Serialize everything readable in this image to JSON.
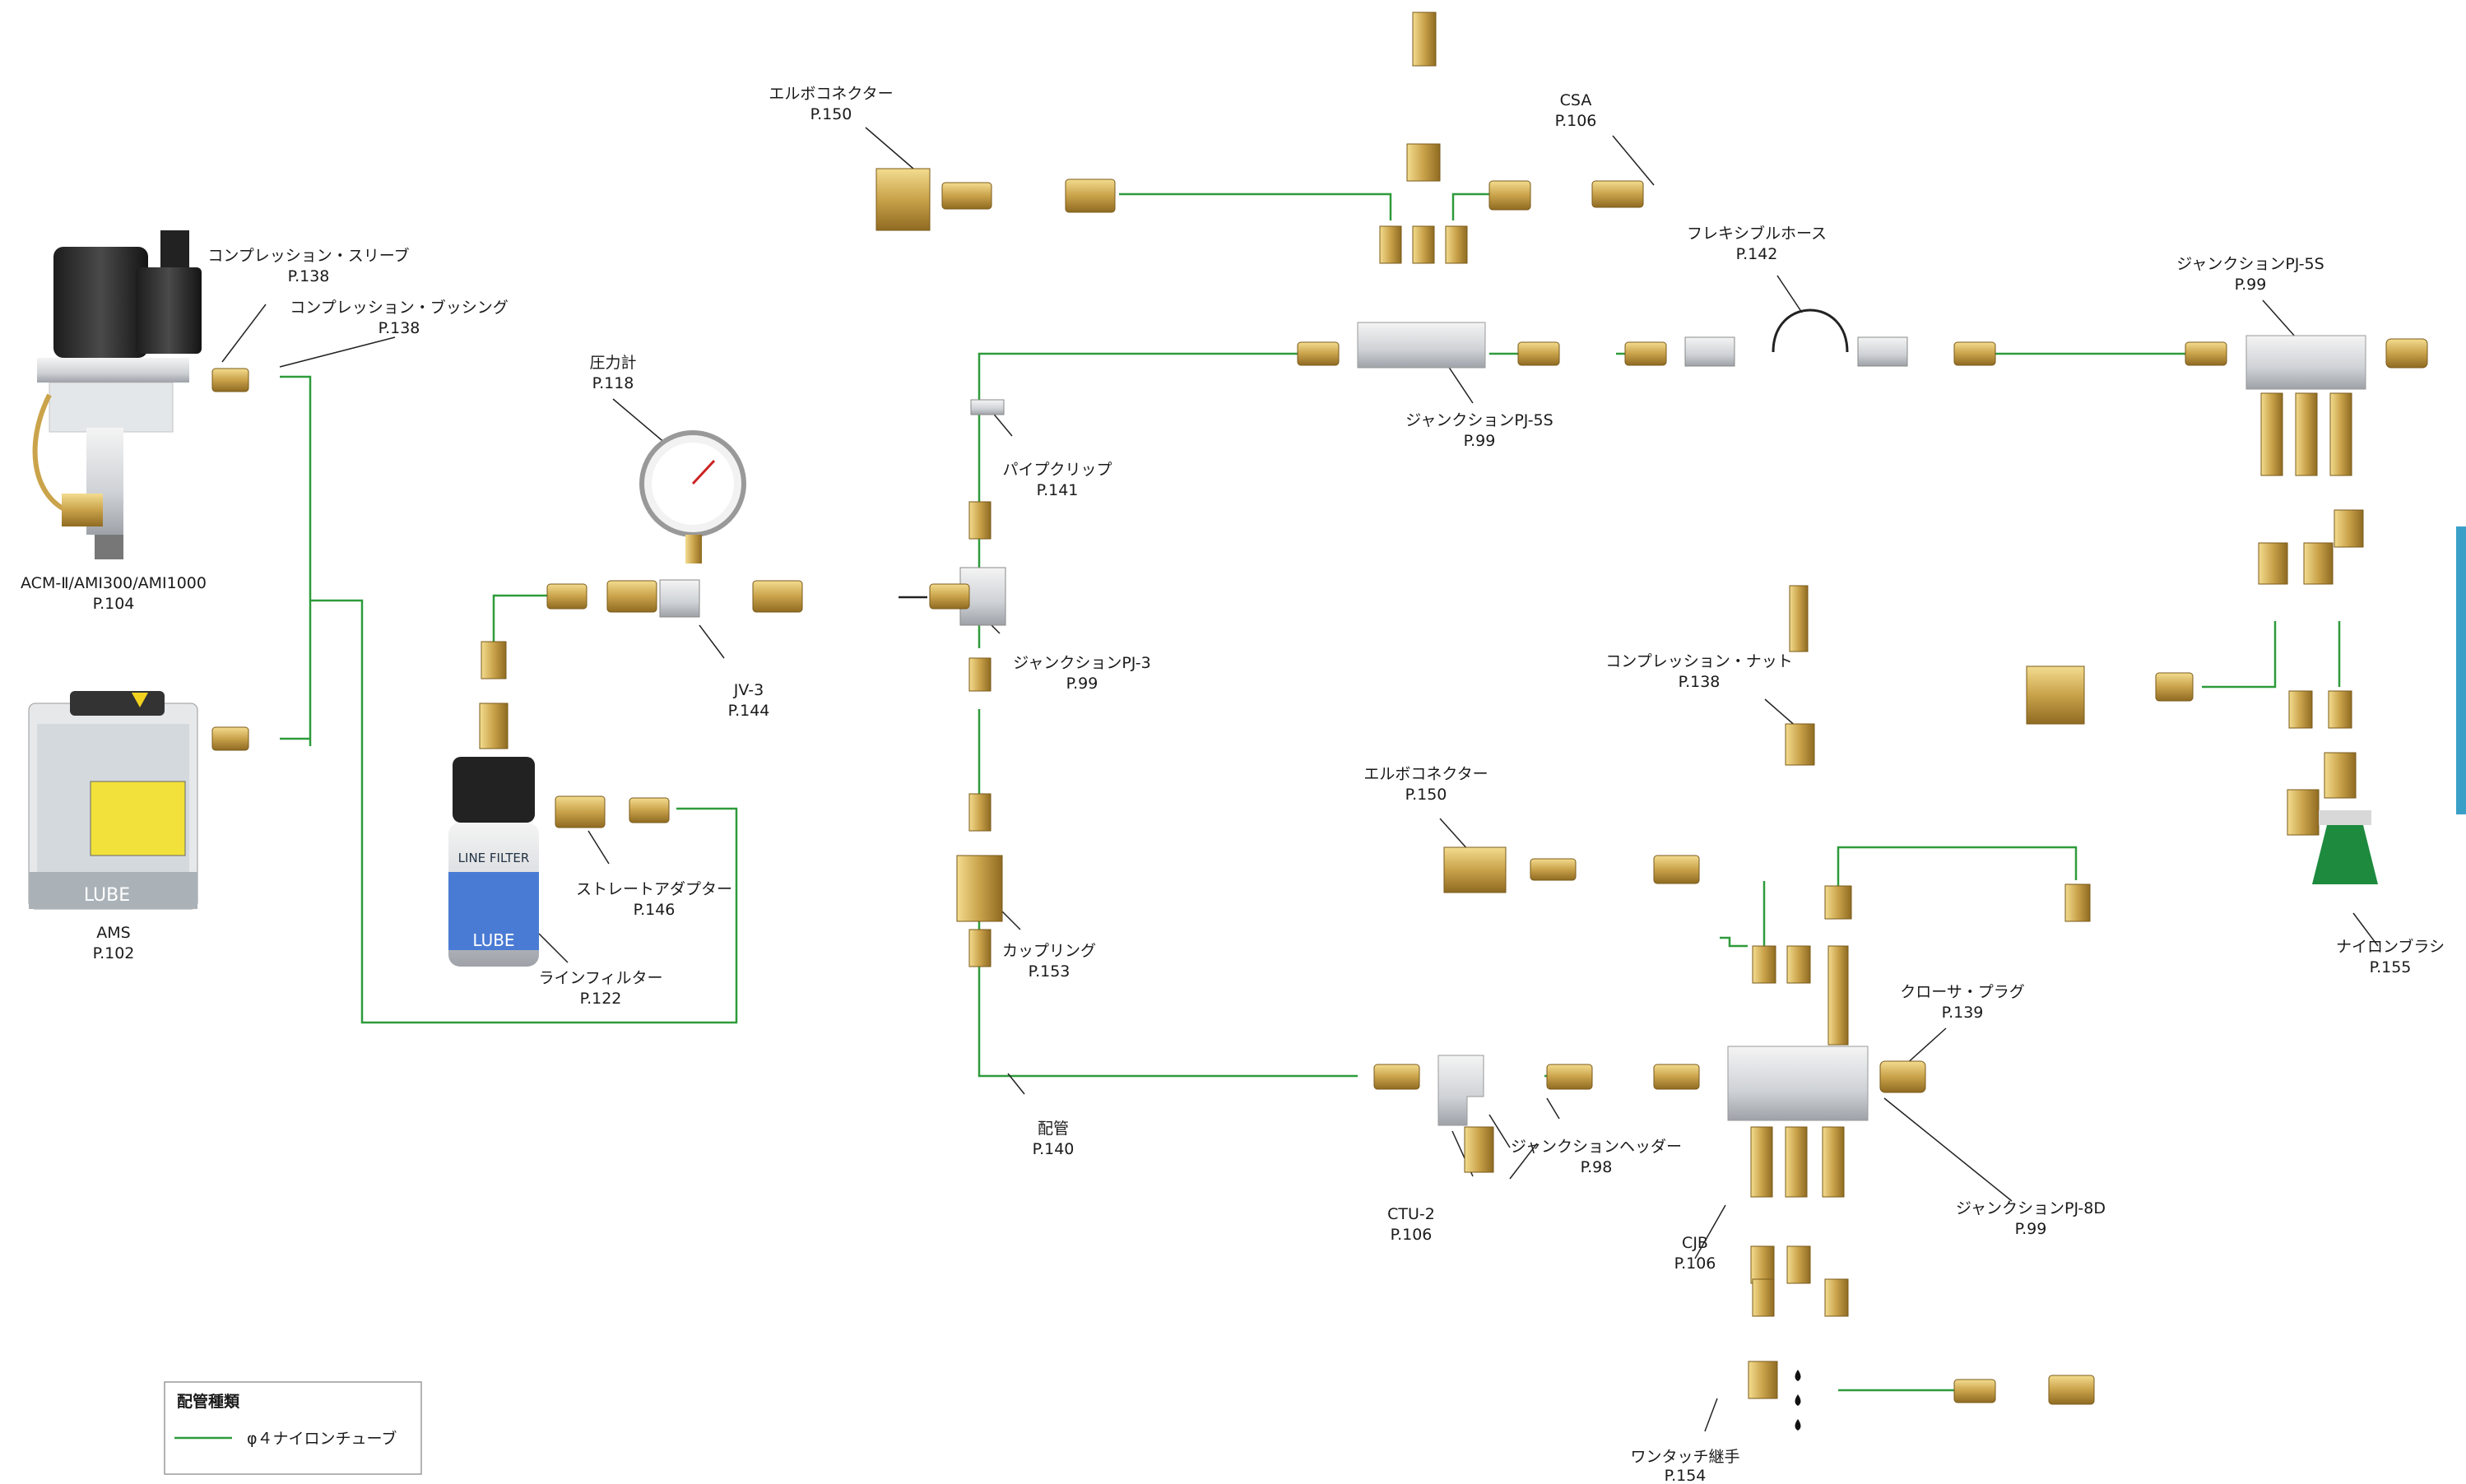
{
  "colors": {
    "tube": "#2e9b3a",
    "brass": "#c9a24a",
    "leader": "#222222",
    "accent_tab": "#3ba0c8"
  },
  "labels": {
    "acm": [
      "ACM-Ⅱ/AMI300/AMI1000",
      "P.104"
    ],
    "ams": [
      "AMS",
      "P.102"
    ],
    "comp_sleeve": [
      "コンプレッション・スリーブ",
      "P.138"
    ],
    "comp_bushing": [
      "コンプレッション・ブッシング",
      "P.138"
    ],
    "gauge": [
      "圧力計",
      "P.118"
    ],
    "jv3": [
      "JV-3",
      "P.144"
    ],
    "straight_adapter": [
      "ストレートアダプター",
      "P.146"
    ],
    "line_filter": [
      "ラインフィルター",
      "P.122"
    ],
    "elbow_top": [
      "エルボコネクター",
      "P.150"
    ],
    "pipe_clip": [
      "パイプクリップ",
      "P.141"
    ],
    "pj3": [
      "ジャンクションPJ-3",
      "P.99"
    ],
    "coupling": [
      "カップリング",
      "P.153"
    ],
    "piping": [
      "配管",
      "P.140"
    ],
    "csa": [
      "CSA",
      "P.106"
    ],
    "pj5s_center": [
      "ジャンクションPJ-5S",
      "P.99"
    ],
    "flex_hose": [
      "フレキシブルホース",
      "P.142"
    ],
    "pj5s_right": [
      "ジャンクションPJ-5S",
      "P.99"
    ],
    "nylon_brush": [
      "ナイロンブラシ",
      "P.155"
    ],
    "comp_nut": [
      "コンプレッション・ナット",
      "P.138"
    ],
    "elbow_mid": [
      "エルボコネクター",
      "P.150"
    ],
    "closer_plug": [
      "クローサ・プラグ",
      "P.139"
    ],
    "header": [
      "ジャンクションヘッダー",
      "P.98"
    ],
    "ctu2": [
      "CTU-2",
      "P.106"
    ],
    "cjb": [
      "CJB",
      "P.106"
    ],
    "pj8d": [
      "ジャンクションPJ-8D",
      "P.99"
    ],
    "one_touch": [
      "ワンタッチ継手",
      "P.154"
    ]
  },
  "legend": {
    "title": "配管種類",
    "item": "φ４ナイロンチューブ"
  }
}
